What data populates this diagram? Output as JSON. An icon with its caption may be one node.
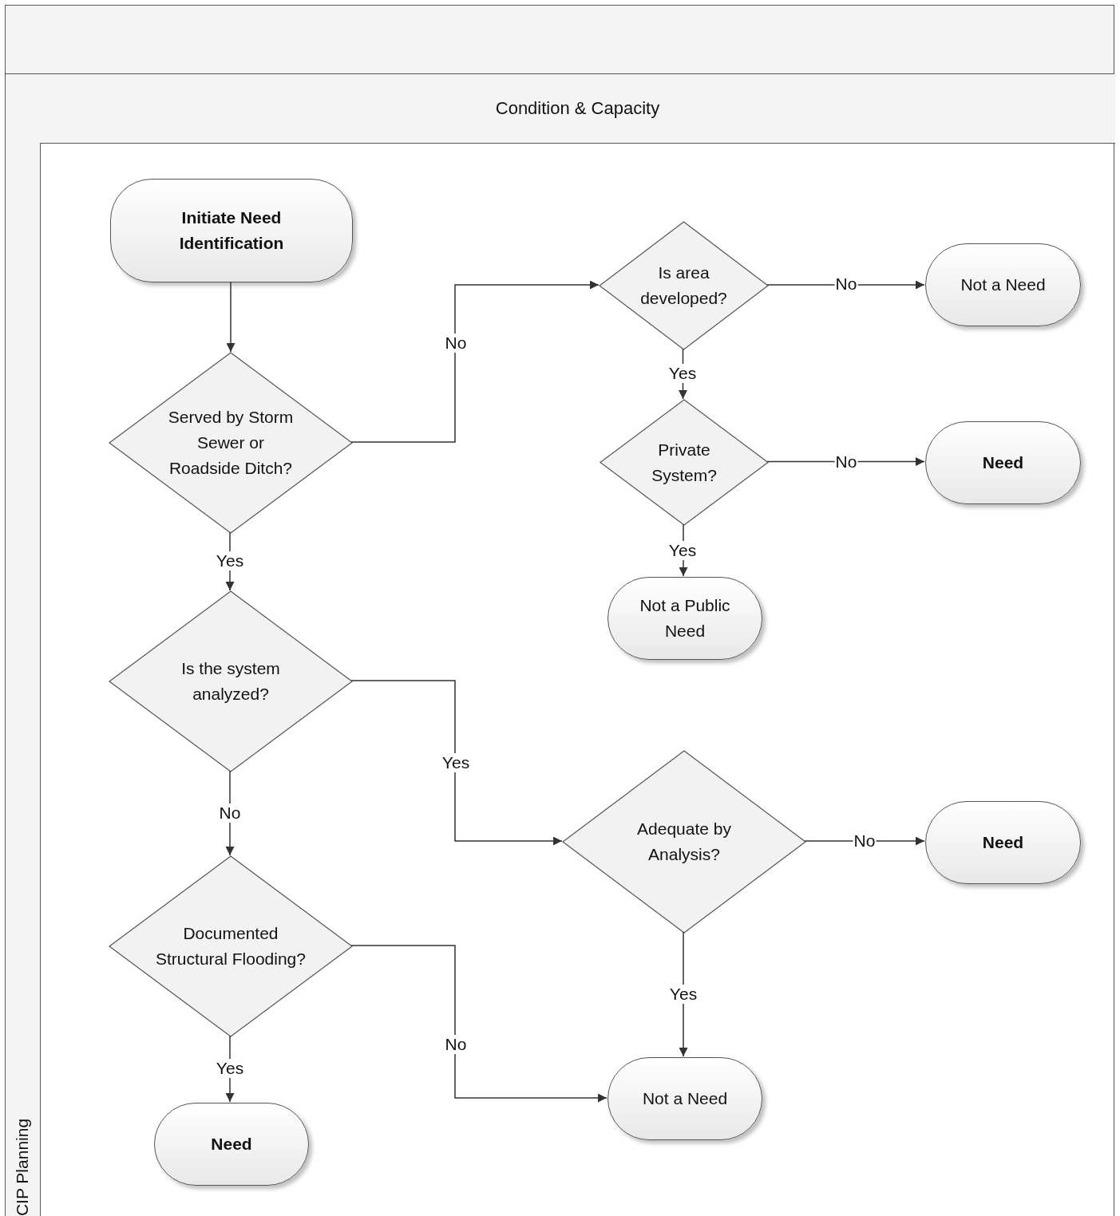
{
  "diagram": {
    "nodes": [
      {
        "text": [
          "CIP Planning"
        ]
      },
      {
        "text": [
          "Condition & Capacity"
        ],
        "in": 0
      },
      {
        "text": [
          "Initiate Need Identification"
        ],
        "in": 0
      },
      {
        "text": [
          "Served by Storm Sewer or Roadside Ditch?"
        ],
        "in": 0
      },
      {
        "text": [
          "Is area developed?"
        ],
        "in": 0
      },
      {
        "text": [
          "Not a Need"
        ],
        "in": 0
      },
      {
        "text": [
          "Private System?"
        ],
        "in": 0
      },
      {
        "text": [
          "Need"
        ],
        "in": 0
      },
      {
        "text": [
          "Not a Public Need"
        ],
        "in": 0
      },
      {
        "text": [
          "Is the system analyzed?"
        ],
        "in": 0
      },
      {
        "text": [
          "Adequate by Analysis?"
        ],
        "in": 0
      },
      {
        "text": [
          "Need"
        ],
        "in": 0
      },
      {
        "text": [
          "Documented Structural Flooding?"
        ],
        "in": 0
      },
      {
        "text": [
          "Not a Need"
        ],
        "in": 0
      },
      {
        "text": [
          "Need"
        ],
        "in": 0
      },
      {
        "text": [],
        "shape": "box"
      }
    ],
    "edges": [
      {
        "from": 2,
        "to": 3,
        "arrow": "to"
      },
      {
        "from": 3,
        "to": 4,
        "arrow": "to",
        "label": "No"
      },
      {
        "from": 3,
        "to": 9,
        "arrow": "to",
        "label": "Yes"
      },
      {
        "from": 4,
        "to": 5,
        "arrow": "to",
        "label": "No"
      },
      {
        "from": 4,
        "to": 6,
        "arrow": "to",
        "label": "Yes"
      },
      {
        "from": 6,
        "to": 7,
        "arrow": "to",
        "label": "No"
      },
      {
        "from": 6,
        "to": 8,
        "arrow": "to",
        "label": "Yes"
      },
      {
        "from": 9,
        "to": 10,
        "arrow": "to",
        "label": "Yes"
      },
      {
        "from": 9,
        "to": 12,
        "arrow": "to",
        "label": "No"
      },
      {
        "from": 10,
        "to": 11,
        "arrow": "to",
        "label": "No"
      },
      {
        "from": 10,
        "to": 13,
        "arrow": "to",
        "label": "Yes"
      },
      {
        "from": 12,
        "to": 13,
        "arrow": "to",
        "label": "No"
      },
      {
        "from": 12,
        "to": 14,
        "arrow": "to",
        "label": "Yes"
      }
    ]
  }
}
